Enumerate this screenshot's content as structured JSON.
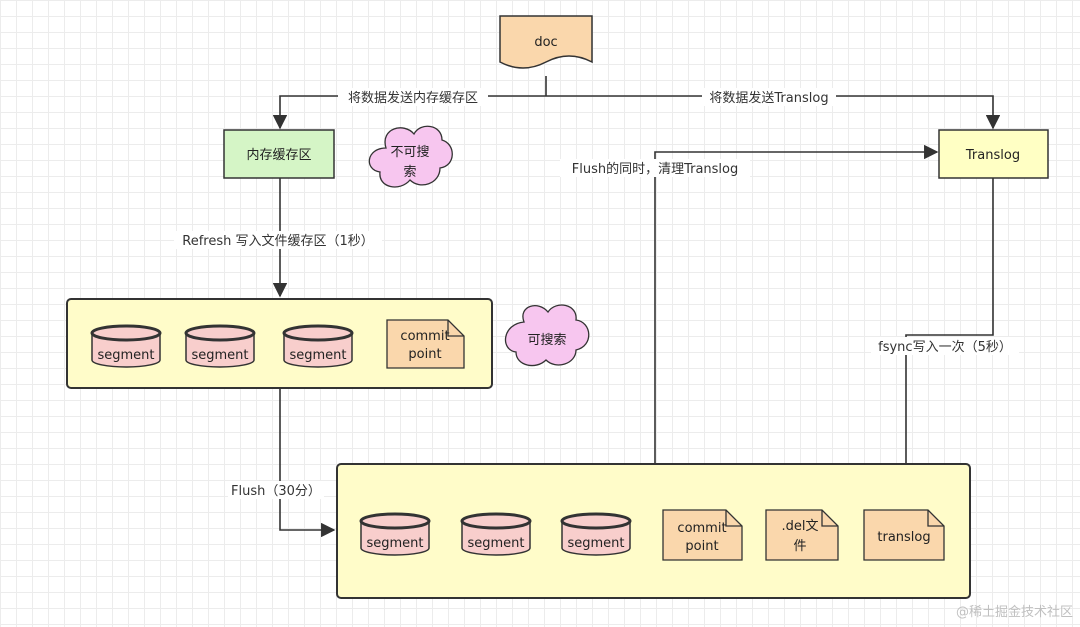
{
  "nodes": {
    "doc": "doc",
    "memory_buffer": "内存缓存区",
    "translog": "Translog",
    "not_searchable_line1": "不可搜",
    "not_searchable_line2": "索",
    "searchable": "可搜索",
    "segment": "segment",
    "commit_line1": "commit",
    "commit_line2": "point",
    "del_line1": ".del文",
    "del_line2": "件",
    "translog_file": "translog"
  },
  "edges": {
    "to_memory": "将数据发送内存缓存区",
    "to_translog": "将数据发送Translog",
    "refresh": "Refresh  写入文件缓存区（1秒）",
    "flush_clear": "Flush的同时，清理Translog",
    "fsync": "fsync写入一次（5秒）",
    "flush": "Flush（30分）"
  },
  "watermark": "@稀土掘金技术社区",
  "colors": {
    "doc_fill": "#fad7ac",
    "memory_fill": "#d5f5c6",
    "translog_fill": "#ffffc4",
    "container_fill": "#fffcc9",
    "segment_fill": "#f8cecc",
    "note_fill": "#fad7ac",
    "cloud_fill": "#f7c6ef",
    "stroke": "#333333"
  }
}
